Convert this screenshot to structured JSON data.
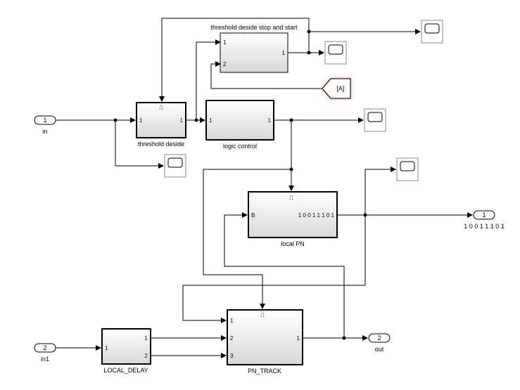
{
  "blocks": {
    "threshold_deside_stop": {
      "title": "threshold deside stop and start",
      "in1": "1",
      "in2": "2",
      "out1": "1"
    },
    "threshold_deside": {
      "label": "threshold deside",
      "in1": "1",
      "out1": "1"
    },
    "logic_control": {
      "label": "logic control",
      "in1": "1",
      "out1": "1"
    },
    "local_pn": {
      "label": "local PN",
      "inB": "B",
      "out_value": "1 0 0 1 1 1 0 1"
    },
    "local_delay": {
      "label": "LOCAL_DELAY",
      "in1": "1",
      "out1": "1",
      "out2": "2"
    },
    "pn_track": {
      "label": "PN_TRACK",
      "in1": "1",
      "in2": "2",
      "in3": "3",
      "out1": "1"
    }
  },
  "ports": {
    "in_port": {
      "number": "1",
      "label": "in"
    },
    "in1_port": {
      "number": "2",
      "label": "in1"
    },
    "out_pn": {
      "number": "1",
      "label": "1 0 0 1 1 1 0 1"
    },
    "out_port": {
      "number": "2",
      "label": "out"
    }
  },
  "goto_tag": {
    "label": "[A]"
  },
  "trigger_symbol": "⎍"
}
